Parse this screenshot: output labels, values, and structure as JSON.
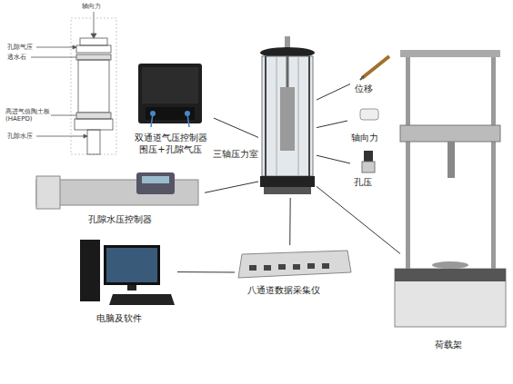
{
  "diagram": {
    "nodes": [
      {
        "text": [
          "双通道气压控制器 围压+孔隙气压"
        ]
      },
      {
        "text": [
          "三轴压力室"
        ]
      },
      {
        "text": [
          "位移"
        ]
      },
      {
        "text": [
          "轴向力"
        ]
      },
      {
        "text": [
          "孔压"
        ]
      },
      {
        "text": [
          "孔隙水压控制器"
        ]
      },
      {
        "text": [
          "八通道数据采集仪"
        ]
      },
      {
        "text": [
          "电脑及软件"
        ]
      },
      {
        "text": [
          "荷载架"
        ]
      }
    ],
    "edges": [
      {
        "from": 0,
        "to": 1,
        "arrow": "none"
      },
      {
        "from": 5,
        "to": 1,
        "arrow": "none"
      },
      {
        "from": 1,
        "to": 6,
        "arrow": "none"
      },
      {
        "from": 7,
        "to": 6,
        "arrow": "none"
      },
      {
        "from": 1,
        "to": 8,
        "arrow": "none"
      },
      {
        "from": 1,
        "to": 2,
        "arrow": "none"
      },
      {
        "from": 1,
        "to": 3,
        "arrow": "none"
      },
      {
        "from": 1,
        "to": 4,
        "arrow": "none"
      }
    ],
    "labels": [
      "轴向力",
      "孔隙气压",
      "透水石",
      "高进气值陶土板 (HAEPD)",
      "孔隙水压"
    ]
  }
}
